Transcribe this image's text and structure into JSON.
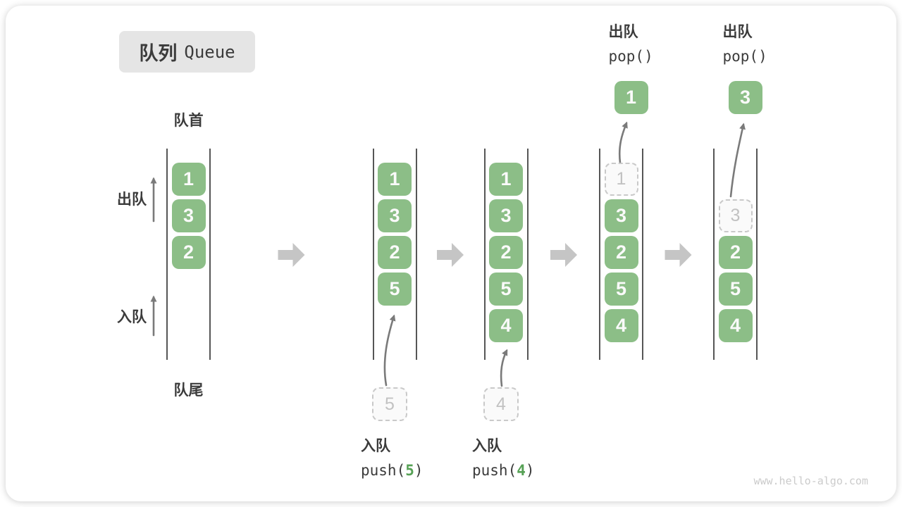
{
  "header": {
    "title_zh": "队列",
    "title_en": "Queue"
  },
  "labels": {
    "front": "队首",
    "rear": "队尾",
    "dequeue_side": "出队",
    "enqueue_side": "入队"
  },
  "watermark": "www.hello-algo.com",
  "colors": {
    "cell_green": "#8CBE87",
    "cell_text": "#fafafa",
    "code_accent": "#56A155",
    "dash_border": "#c9c9c9",
    "dash_text": "#c2c2c2",
    "block_arrow": "#c5c5c5",
    "arrow": "#7a7a7a",
    "line": "#565656",
    "ink": "#3b3b3b",
    "title_bg": "#e5e5e5",
    "watermark": "#cbcbcb"
  },
  "states": [
    {
      "cells": [
        {
          "slot": 0,
          "value": "1",
          "style": "solid"
        },
        {
          "slot": 1,
          "value": "3",
          "style": "solid"
        },
        {
          "slot": 2,
          "value": "2",
          "style": "solid"
        }
      ]
    },
    {
      "cells": [
        {
          "slot": 0,
          "value": "1",
          "style": "solid"
        },
        {
          "slot": 1,
          "value": "3",
          "style": "solid"
        },
        {
          "slot": 2,
          "value": "2",
          "style": "solid"
        },
        {
          "slot": 3,
          "value": "5",
          "style": "solid"
        }
      ],
      "operation": {
        "kind": "enqueue",
        "label": "入队",
        "code_pre": "push(",
        "code_arg": "5",
        "code_post": ")",
        "staged_value": "5"
      }
    },
    {
      "cells": [
        {
          "slot": 0,
          "value": "1",
          "style": "solid"
        },
        {
          "slot": 1,
          "value": "3",
          "style": "solid"
        },
        {
          "slot": 2,
          "value": "2",
          "style": "solid"
        },
        {
          "slot": 3,
          "value": "5",
          "style": "solid"
        },
        {
          "slot": 4,
          "value": "4",
          "style": "solid"
        }
      ],
      "operation": {
        "kind": "enqueue",
        "label": "入队",
        "code_pre": "push(",
        "code_arg": "4",
        "code_post": ")",
        "staged_value": "4"
      }
    },
    {
      "cells": [
        {
          "slot": 0,
          "value": "1",
          "style": "dashed"
        },
        {
          "slot": 1,
          "value": "3",
          "style": "solid"
        },
        {
          "slot": 2,
          "value": "2",
          "style": "solid"
        },
        {
          "slot": 3,
          "value": "5",
          "style": "solid"
        },
        {
          "slot": 4,
          "value": "4",
          "style": "solid"
        }
      ],
      "operation": {
        "kind": "dequeue",
        "label": "出队",
        "code_pre": "pop()",
        "code_arg": "",
        "code_post": "",
        "popped_value": "1"
      }
    },
    {
      "cells": [
        {
          "slot": 1,
          "value": "3",
          "style": "dashed"
        },
        {
          "slot": 2,
          "value": "2",
          "style": "solid"
        },
        {
          "slot": 3,
          "value": "5",
          "style": "solid"
        },
        {
          "slot": 4,
          "value": "4",
          "style": "solid"
        }
      ],
      "operation": {
        "kind": "dequeue",
        "label": "出队",
        "code_pre": "pop()",
        "code_arg": "",
        "code_post": "",
        "popped_value": "3"
      }
    }
  ]
}
